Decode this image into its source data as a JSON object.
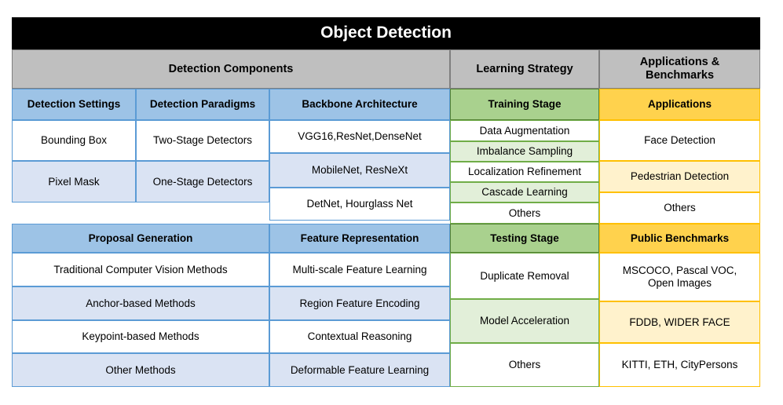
{
  "title": "Object Detection",
  "group_headers": {
    "detection_components": "Detection Components",
    "learning_strategy": "Learning Strategy",
    "applications_benchmarks": "Applications &\nBenchmarks"
  },
  "detection_components": {
    "detection_settings": {
      "header": "Detection Settings",
      "items": [
        "Bounding Box",
        "Pixel Mask"
      ]
    },
    "detection_paradigms": {
      "header": "Detection Paradigms",
      "items": [
        "Two-Stage Detectors",
        "One-Stage Detectors"
      ]
    },
    "backbone_architecture": {
      "header": "Backbone Architecture",
      "items": [
        "VGG16,ResNet,DenseNet",
        "MobileNet, ResNeXt",
        "DetNet, Hourglass Net"
      ]
    },
    "proposal_generation": {
      "header": "Proposal Generation",
      "items": [
        "Traditional Computer Vision Methods",
        "Anchor-based Methods",
        "Keypoint-based Methods",
        "Other Methods"
      ]
    },
    "feature_representation": {
      "header": "Feature Representation",
      "items": [
        "Multi-scale Feature Learning",
        "Region Feature Encoding",
        "Contextual Reasoning",
        "Deformable Feature Learning"
      ]
    }
  },
  "learning_strategy": {
    "training_stage": {
      "header": "Training Stage",
      "items": [
        "Data Augmentation",
        "Imbalance Sampling",
        "Localization Refinement",
        "Cascade Learning",
        "Others"
      ]
    },
    "testing_stage": {
      "header": "Testing Stage",
      "items": [
        "Duplicate Removal",
        "Model Acceleration",
        "Others"
      ]
    }
  },
  "applications_benchmarks": {
    "applications": {
      "header": "Applications",
      "items": [
        "Face Detection",
        "Pedestrian Detection",
        "Others"
      ]
    },
    "public_benchmarks": {
      "header": "Public Benchmarks",
      "items": [
        "MSCOCO, Pascal VOC,\nOpen Images",
        "FDDB, WIDER FACE",
        "KITTI, ETH, CityPersons"
      ]
    }
  },
  "colors": {
    "title_bg": "#000000",
    "group_bg": "#bfbfbf",
    "blue_header": "#9dc3e6",
    "blue_alt": "#dae3f3",
    "blue_border": "#5b9bd5",
    "green_header": "#a9d18e",
    "green_alt": "#e2efd9",
    "green_border": "#70ad47",
    "yellow_header": "#ffd24d",
    "yellow_alt": "#fff2cc",
    "yellow_border": "#ffc000"
  }
}
